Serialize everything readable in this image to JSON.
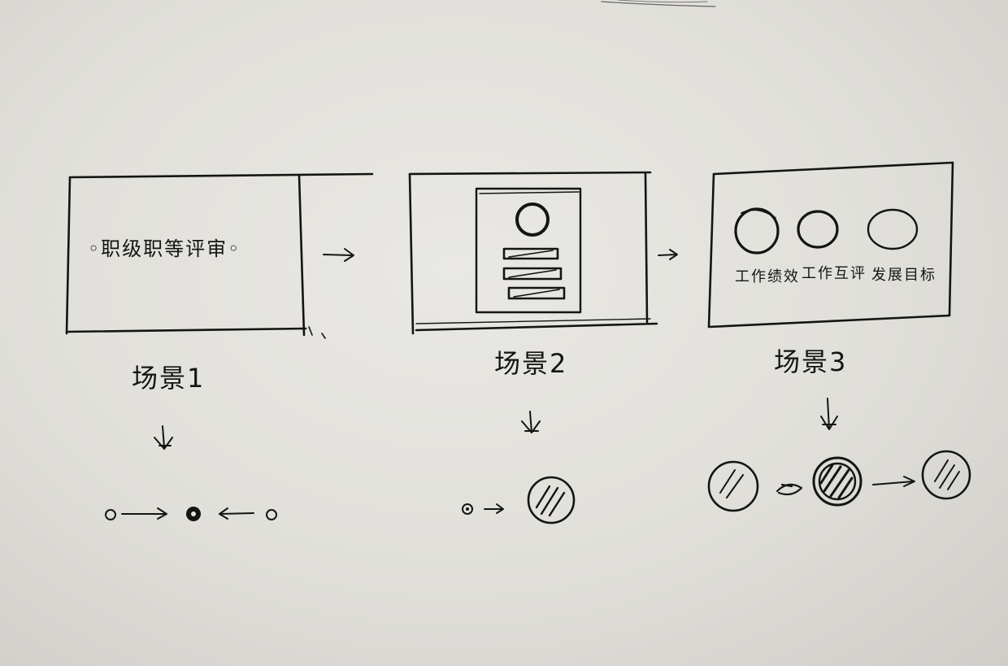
{
  "scenes": [
    {
      "label": "场景1",
      "text": "◦职级职等评审◦"
    },
    {
      "label": "场景2"
    },
    {
      "label": "场景3",
      "items": [
        "工作绩效",
        "工作互评",
        "发展目标"
      ]
    }
  ],
  "colors": {
    "paper": "#e4e3df",
    "ink": "#141414"
  }
}
